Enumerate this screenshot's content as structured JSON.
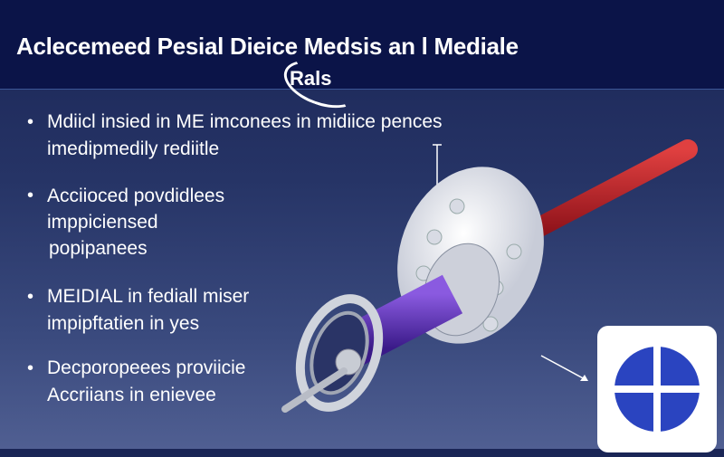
{
  "header": {
    "title": "Aclecemeed Pesial Dieice Medsis an l Mediale",
    "subtitle": "Rals"
  },
  "bullets": [
    {
      "lines": [
        "Mdiicl insied in ME imconees in midiice pences",
        "imedipmedily rediitle"
      ]
    },
    {
      "lines": [
        "Acciioced povdidlees",
        "imppiciensed",
        "popipanees"
      ]
    },
    {
      "lines": [
        "MEIDIAL in fediall miser",
        "impipftatien in yes"
      ]
    },
    {
      "lines": [
        "Decporopeees proviicie",
        "Accriians in enievee"
      ]
    }
  ],
  "icons": {
    "device": "medical-device-illustration",
    "card": "medical-cross-icon"
  },
  "colors": {
    "header_bg": "#0b1448",
    "rod": "#c8202a",
    "shaft": "#5a2ab0",
    "cross_blue": "#2a44c0"
  }
}
